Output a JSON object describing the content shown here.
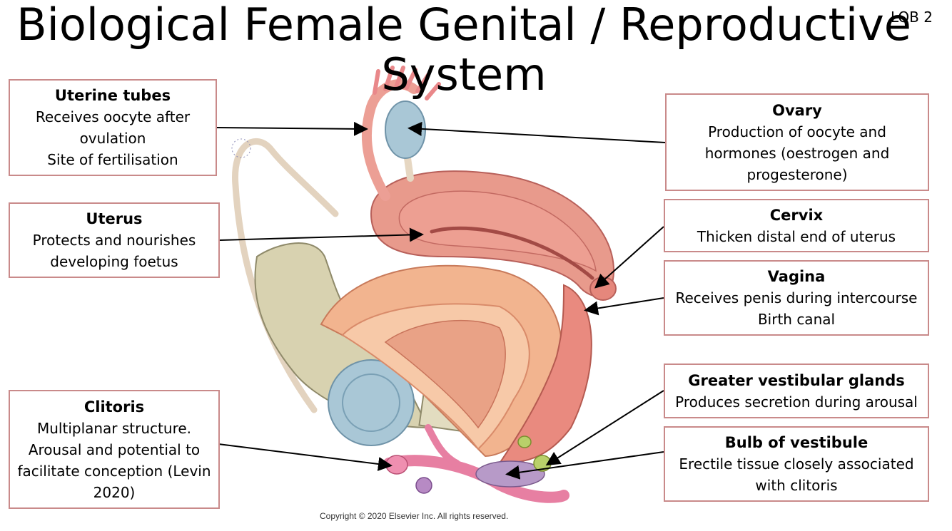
{
  "title_line1": "Biological Female Genital / Reproductive",
  "title_line2": "System",
  "lob": "LOB 2",
  "copyright": "Copyright © 2020 Elsevier Inc. All rights reserved.",
  "labels": {
    "uterine_tubes": {
      "heading": "Uterine tubes",
      "text": "Receives oocyte after\novulation\nSite of fertilisation"
    },
    "uterus": {
      "heading": "Uterus",
      "text": "Protects and nourishes\ndeveloping foetus"
    },
    "clitoris": {
      "heading": "Clitoris",
      "text": "Multiplanar structure.\nArousal and potential to\nfacilitate conception (Levin\n2020)"
    },
    "ovary": {
      "heading": "Ovary",
      "text": "Production of oocyte and\nhormones (oestrogen and\nprogesterone)"
    },
    "cervix": {
      "heading": "Cervix",
      "text": "Thicken distal end of uterus"
    },
    "vagina": {
      "heading": "Vagina",
      "text": "Receives penis during intercourse\nBirth canal"
    },
    "greater_vestibular": {
      "heading": "Greater vestibular glands",
      "text": "Produces secretion during arousal"
    },
    "bulb": {
      "heading": "Bulb of vestibule",
      "text": "Erectile tissue closely associated\nwith clitoris"
    }
  },
  "colors": {
    "border": "#c98a8a",
    "uterus": "#e89a8c",
    "ovary": "#a9c7d6",
    "bone": "#d8d2b0",
    "bladder": "#f2b48f"
  }
}
